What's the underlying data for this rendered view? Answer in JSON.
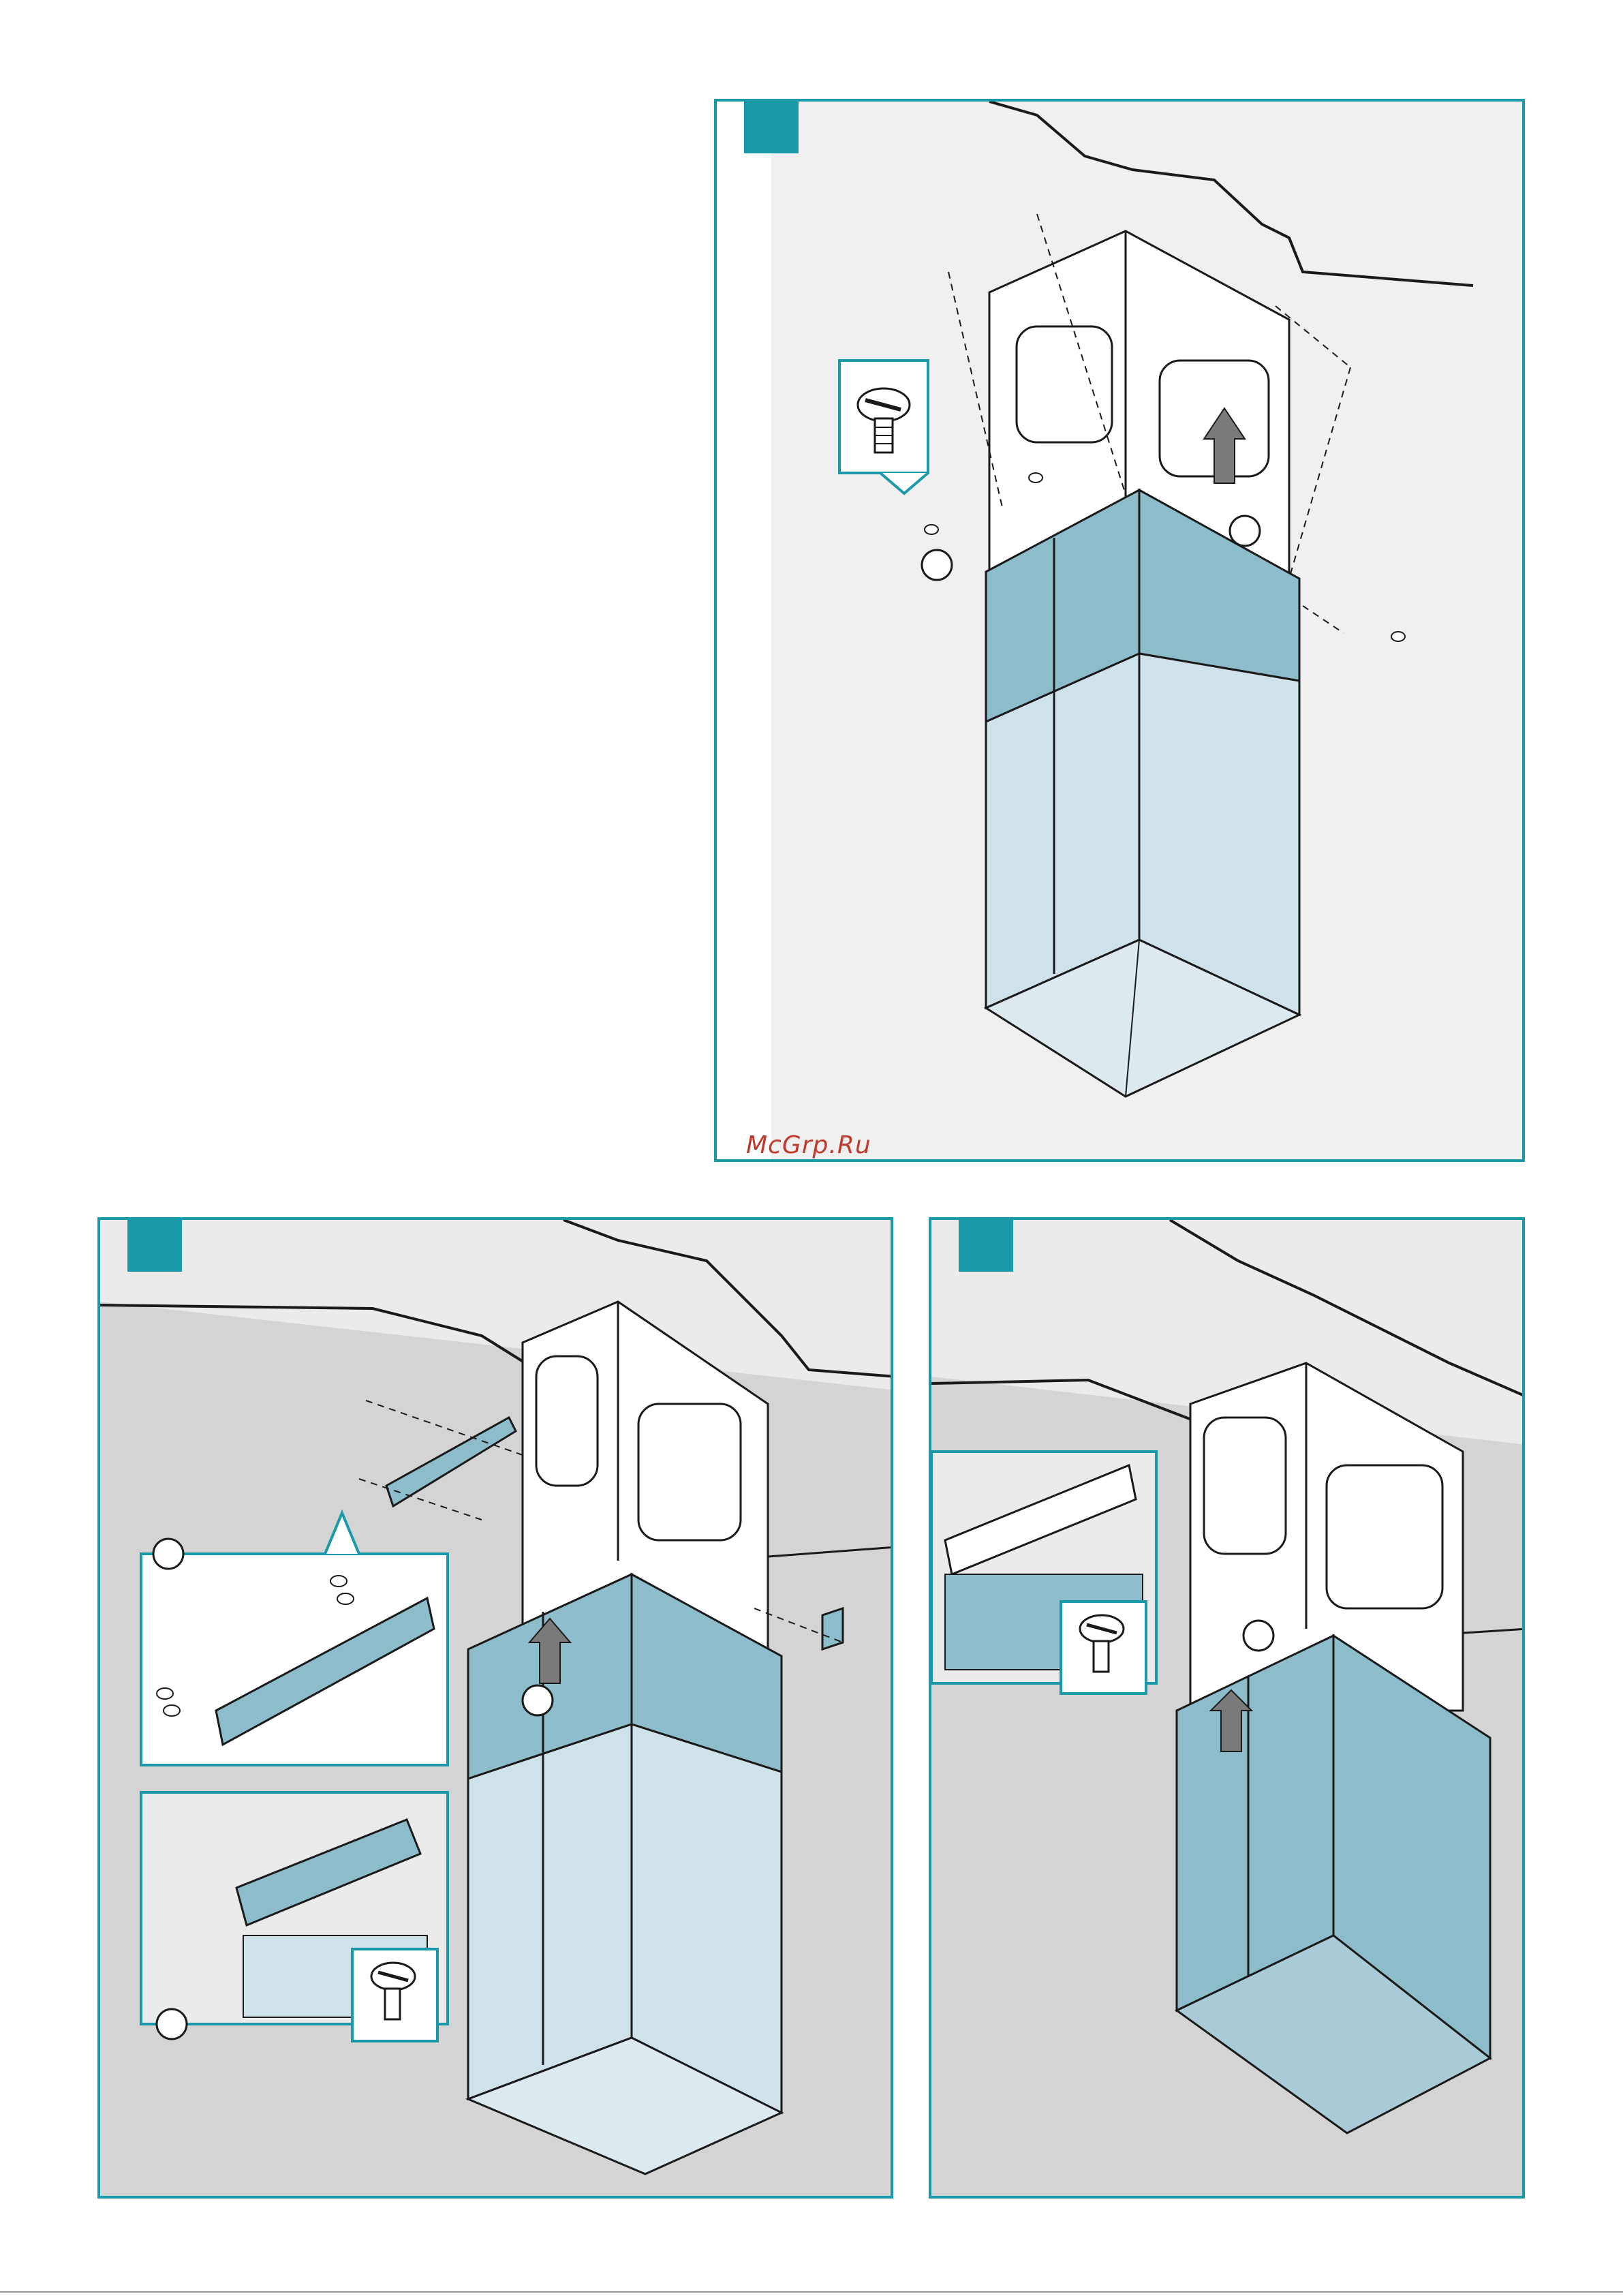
{
  "watermark": {
    "text": "McGrp.Ru"
  },
  "colors": {
    "frame": "#1a9aa8",
    "duct_dark": "#8dbccb",
    "duct_light": "#cfe2ea",
    "ceiling": "#ebebeb",
    "wall": "#d9d9d9",
    "line": "#1a1a1a"
  },
  "panels": [
    {
      "id": "panel-top",
      "icons": [
        "screw-icon",
        "arrow-up-icon",
        "callout-circle-icon"
      ]
    },
    {
      "id": "panel-bottom-left",
      "icons": [
        "screw-icon",
        "bracket-icon",
        "arrow-up-icon",
        "callout-circle-icon"
      ]
    },
    {
      "id": "panel-bottom-right",
      "icons": [
        "screw-icon",
        "arrow-up-icon",
        "callout-circle-icon"
      ]
    }
  ]
}
